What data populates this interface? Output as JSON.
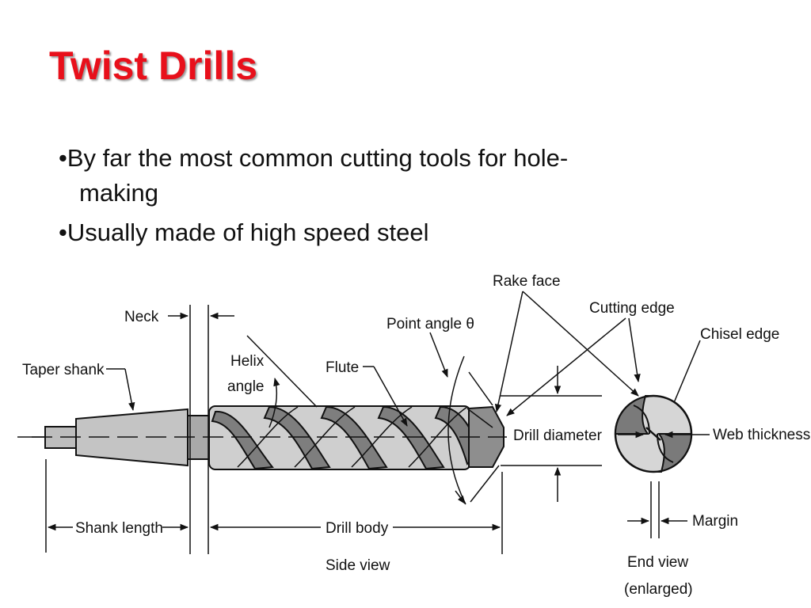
{
  "slide": {
    "title": "Twist Drills",
    "title_color": "#e8101b",
    "bullets": [
      {
        "marker": "•",
        "line1": "By far the most common cutting tools for hole-",
        "line2": "making"
      },
      {
        "marker": "•",
        "line1": "Usually made of high speed steel",
        "line2": ""
      }
    ]
  },
  "diagram": {
    "labels": {
      "neck": "Neck",
      "taper_shank": "Taper shank",
      "helix_angle_1": "Helix",
      "helix_angle_2": "angle",
      "flute": "Flute",
      "point_angle": "Point angle θ",
      "rake_face": "Rake face",
      "cutting_edge": "Cutting edge",
      "chisel_edge": "Chisel edge",
      "drill_diameter": "Drill diameter",
      "web_thickness": "Web thickness",
      "margin": "Margin",
      "shank_length": "Shank length",
      "drill_body": "Drill body",
      "side_view": "Side view",
      "end_view_1": "End view",
      "end_view_2": "(enlarged)"
    }
  }
}
